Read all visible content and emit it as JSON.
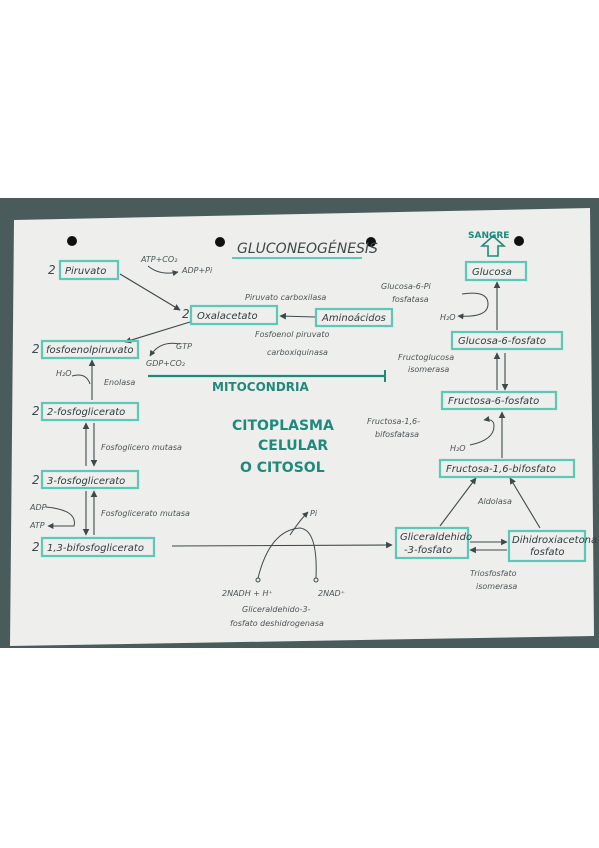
{
  "colors": {
    "background": "#4a5b5c",
    "paper": "#eeeeec",
    "highlight": "#5cc8b8",
    "ink": "#3d4a4c",
    "title_ink": "#1f8a7c"
  },
  "title": "GLUCONEOGÉNESIS",
  "blood_label": "SANGRE",
  "mitochondria_label": "MITOCONDRIA",
  "cytoplasm_label": [
    "CITOPLASMA",
    "CELULAR",
    "O CITOSOL"
  ],
  "boxes": {
    "piruvato": "Piruvato",
    "oxalacetato": "Oxalacetato",
    "aminoacidos": "Aminoácidos",
    "fosfoenolpiruvato": "fosfoenolpiruvato",
    "fosfoglicerato_2": "2-fosfoglicerato",
    "fosfoglicerato_3": "3-fosfoglicerato",
    "bifosfoglicerato": "1,3-bifosfoglicerato",
    "gliceraldehido": [
      "Gliceraldehido",
      "-3-fosfato"
    ],
    "dihidroxiacetona": [
      "Dihidroxiacetona",
      "fosfato"
    ],
    "fructosa_16": "Fructosa-1,6-bifosfato",
    "fructosa_6": "Fructosa-6-fosfato",
    "glucosa_6": "Glucosa-6-fosfato",
    "glucosa": "Glucosa"
  },
  "coefficients": {
    "piruvato": "2",
    "oxalacetato": "2",
    "fosfoenolpiruvato": "2",
    "fosfoglicerato_2": "2",
    "fosfoglicerato_3": "2",
    "bifosfoglicerato": "2"
  },
  "notes": {
    "atp_co2": "ATP+CO₂",
    "adp_pi": "ADP+Pi",
    "piruvato_carboxilasa": "Piruvato carboxilasa",
    "fosfoenol_1": "Fosfoenol piruvato",
    "fosfoenol_2": "carboxiquinasa",
    "gtp": "GTP",
    "gdp_co2": "GDP+CO₂",
    "h2o": "H₂O",
    "enolasa": "Enolasa",
    "fosfoglicero_mutasa": "Fosfoglicero mutasa",
    "adp": "ADP",
    "atp": "ATP",
    "fosfoglicerato_mutasa": "Fosfoglicerato mutasa",
    "pi": "Pi",
    "nadph": "2NADH + H⁺",
    "nad": "2NAD⁺",
    "gliceraldehido_deshidrogenasa_1": "Gliceraldehido-3-",
    "gliceraldehido_deshidrogenasa_2": "fosfato deshidrogenasa",
    "triosfosfato_1": "Triosfosfato",
    "triosfosfato_2": "isomerasa",
    "aldolasa": "Aldolasa",
    "fructosa_bifosfatasa_1": "Fructosa-1,6-",
    "fructosa_bifosfatasa_2": "bifosfatasa",
    "h2o_2": "H₂O",
    "fructoglucosa_1": "Fructoglucosa",
    "fructoglucosa_2": "isomerasa",
    "glucosa_fosfatasa_1": "Glucosa-6-Pi",
    "glucosa_fosfatasa_2": "fosfatasa",
    "h2o_3": "H₂O"
  }
}
